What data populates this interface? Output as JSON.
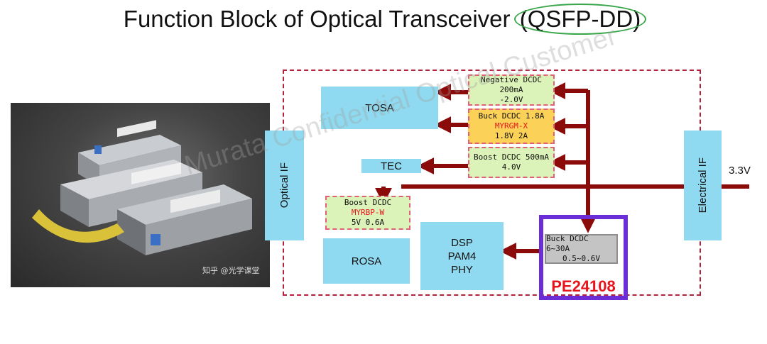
{
  "title": {
    "prefix": "Function Block of Optical Transceiver ",
    "highlight": "(QSFP-DD)"
  },
  "blocks": {
    "tosa": "TOSA",
    "tec": "TEC",
    "rosa": "ROSA",
    "dsp": [
      "DSP",
      "PAM4",
      "PHY"
    ],
    "optical_if": "Optical IF",
    "electrical_if": "Electrical IF"
  },
  "dcdc": {
    "negative": {
      "line1": "Negative DCDC  200mA",
      "line2": "-2.0V"
    },
    "buck_tosa": {
      "line1": "Buck DCDC  1.8A",
      "part": "MYRGM-X",
      "line3": "1.8V 2A"
    },
    "boost_tec": {
      "line1": "Boost DCDC  500mA",
      "line2": "4.0V"
    },
    "boost_rosa": {
      "line1": "Boost DCDC",
      "part": "MYRBP-W",
      "line3": "5V 0.6A"
    },
    "buck_dsp": {
      "line1": "Buck DCDC  6~30A",
      "line2": "0.5~0.6V"
    }
  },
  "highlight_part": "PE24108",
  "supply": "3.3V",
  "photo_caption": "知乎 @光学课堂",
  "watermark": "Murata Confidential  Optical Customer",
  "colors": {
    "block": "#8fdaf0",
    "arrow": "#8b0a0a",
    "frame": "#b2223a",
    "highlight_box": "#6a2dd6",
    "part_text": "#e8141c"
  }
}
